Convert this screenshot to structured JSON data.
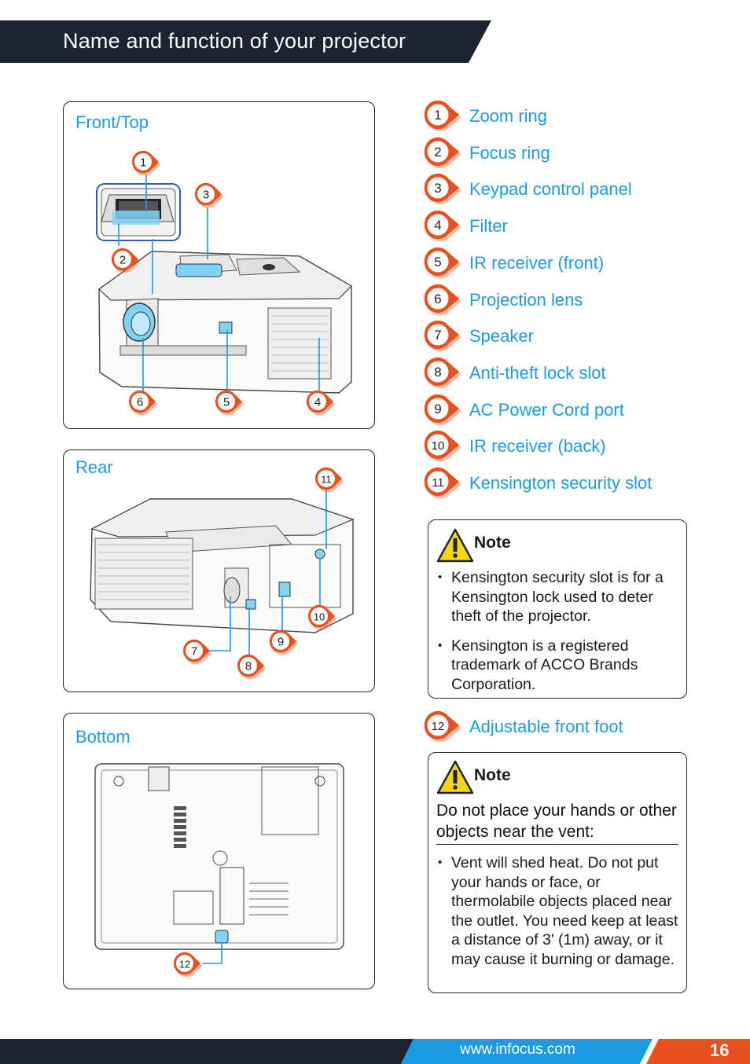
{
  "header": {
    "title": "Name and function of your projector"
  },
  "panels": {
    "front_top": {
      "title": "Front/Top"
    },
    "rear": {
      "title": "Rear"
    },
    "bottom": {
      "title": "Bottom"
    }
  },
  "legend": [
    {
      "num": "1",
      "label": "Zoom ring"
    },
    {
      "num": "2",
      "label": "Focus ring"
    },
    {
      "num": "3",
      "label": "Keypad control panel"
    },
    {
      "num": "4",
      "label": "Filter"
    },
    {
      "num": "5",
      "label": "IR receiver (front)"
    },
    {
      "num": "6",
      "label": "Projection lens"
    },
    {
      "num": "7",
      "label": "Speaker"
    },
    {
      "num": "8",
      "label": "Anti-theft lock slot"
    },
    {
      "num": "9",
      "label": "AC Power Cord port"
    },
    {
      "num": "10",
      "label": "IR receiver (back)"
    },
    {
      "num": "11",
      "label": "Kensington security slot"
    }
  ],
  "legend_extra": {
    "num": "12",
    "label": "Adjustable front foot"
  },
  "note1": {
    "title": "Note",
    "items": [
      "Kensington security slot is for a Kensington lock used to deter theft of the projector.",
      "Kensington is a registered trademark of ACCO Brands Corporation."
    ]
  },
  "note2": {
    "title": "Note",
    "subtitle": "Do not place your hands or other objects near the vent:",
    "items": [
      "Vent will shed heat. Do not put your hands or face, or thermolabile objects placed near the outlet. You need keep at least a distance of 3' (1m) away, or it may cause it burning or damage."
    ]
  },
  "diagram_badges": {
    "front_top": [
      "1",
      "2",
      "3",
      "4",
      "5",
      "6"
    ],
    "rear": [
      "7",
      "8",
      "9",
      "10",
      "11"
    ],
    "bottom": [
      "12"
    ]
  },
  "footer": {
    "url": "www.infocus.com",
    "page": "16"
  },
  "colors": {
    "navy": "#1d2331",
    "cyan": "#1a9be6",
    "orange": "#e8501e",
    "label_blue": "#1a9be6"
  }
}
